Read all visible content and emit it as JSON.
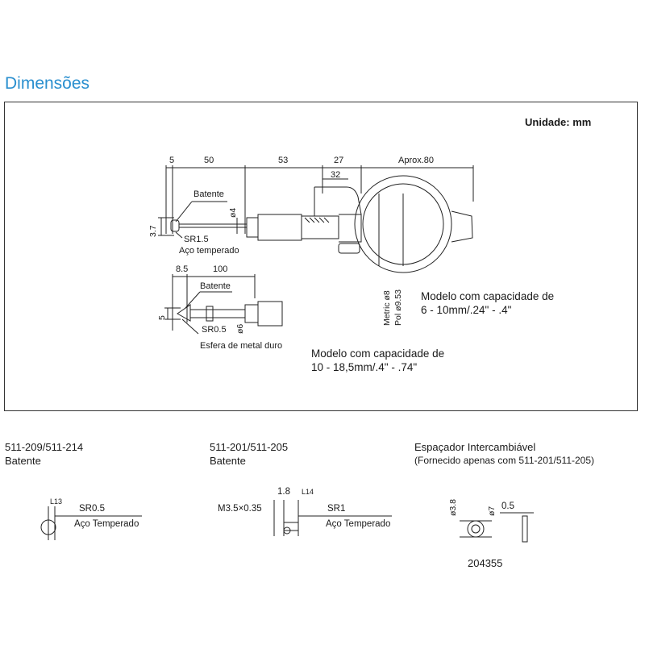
{
  "title": "Dimensões",
  "unit_label": "Unidade: mm",
  "top_drawing": {
    "dims": {
      "d5": "5",
      "d50": "50",
      "d53": "53",
      "d27": "27",
      "aprox": "Aprox.80",
      "d32": "32",
      "d3_7": "3.7",
      "phi4": "ø4"
    },
    "batente": "Batente",
    "sr": "SR1.5",
    "material": "Aço temperado",
    "metric": "Metric ø8",
    "pol": "Pol ø9.53"
  },
  "bottom_drawing": {
    "dims": {
      "d8_5": "8.5",
      "d100": "100",
      "d5": "5",
      "phi6": "ø6"
    },
    "batente": "Batente",
    "sr": "SR0.5",
    "material": "Esfera de metal duro"
  },
  "models": [
    {
      "line1": "Modelo com capacidade de",
      "line2": "6 - 10mm/.24\" - .4\""
    },
    {
      "line1": "Modelo com capacidade de",
      "line2": "10 - 18,5mm/.4\" - .74\""
    }
  ],
  "sections": [
    {
      "code": "511-209/511-214",
      "name": "Batente",
      "dim": "L13",
      "sr": "SR0.5",
      "material": "Aço Temperado"
    },
    {
      "code": "511-201/511-205",
      "name": "Batente",
      "thread": "M3.5×0.35",
      "d1_8": "1.8",
      "dim": "L14",
      "sr": "SR1",
      "material": "Aço Temperado"
    },
    {
      "code": "Espaçador Intercambiável",
      "name": "(Fornecido apenas com 511-201/511-205)",
      "phi3_8": "ø3.8",
      "phi7": "ø7",
      "d0_5": "0.5",
      "part": "204355"
    }
  ]
}
